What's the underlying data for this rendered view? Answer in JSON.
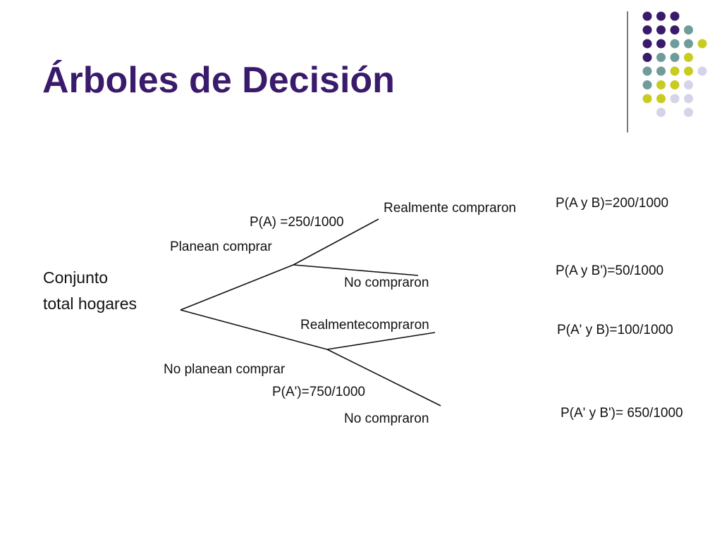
{
  "title": "Árboles de Decisión",
  "palette": {
    "purple": "#3a1a6b",
    "teal": "#6f9c9a",
    "olive": "#c8cc20",
    "lavender": "#d4d4e8"
  },
  "decoration": {
    "dot_grid": [
      [
        "purple",
        "purple",
        "purple",
        "",
        ""
      ],
      [
        "purple",
        "purple",
        "purple",
        "teal",
        ""
      ],
      [
        "purple",
        "purple",
        "teal",
        "teal",
        "olive"
      ],
      [
        "purple",
        "teal",
        "teal",
        "olive",
        ""
      ],
      [
        "teal",
        "teal",
        "olive",
        "olive",
        "lavender"
      ],
      [
        "teal",
        "olive",
        "olive",
        "lavender",
        ""
      ],
      [
        "olive",
        "olive",
        "lavender",
        "lavender",
        ""
      ],
      [
        "",
        "lavender",
        "",
        "lavender",
        ""
      ]
    ]
  },
  "tree": {
    "root_line1": "Conjunto",
    "root_line2": "total hogares",
    "branch_plan": "Planean comprar",
    "prob_plan": "P(A) =250/1000",
    "branch_noplan": "No planean comprar",
    "prob_noplan": "P(A')=750/1000",
    "leaf_plan_bought": "Realmente compraron",
    "leaf_plan_notbought": "No compraron",
    "leaf_noplan_bought": "Realmentecompraron",
    "leaf_noplan_notbought": "No compraron",
    "joint_ab": "P(A y B)=200/1000",
    "joint_abp": "P(A y B')=50/1000",
    "joint_apb": "P(A' y B)=100/1000",
    "joint_apbp": "P(A' y B')= 650/1000"
  }
}
